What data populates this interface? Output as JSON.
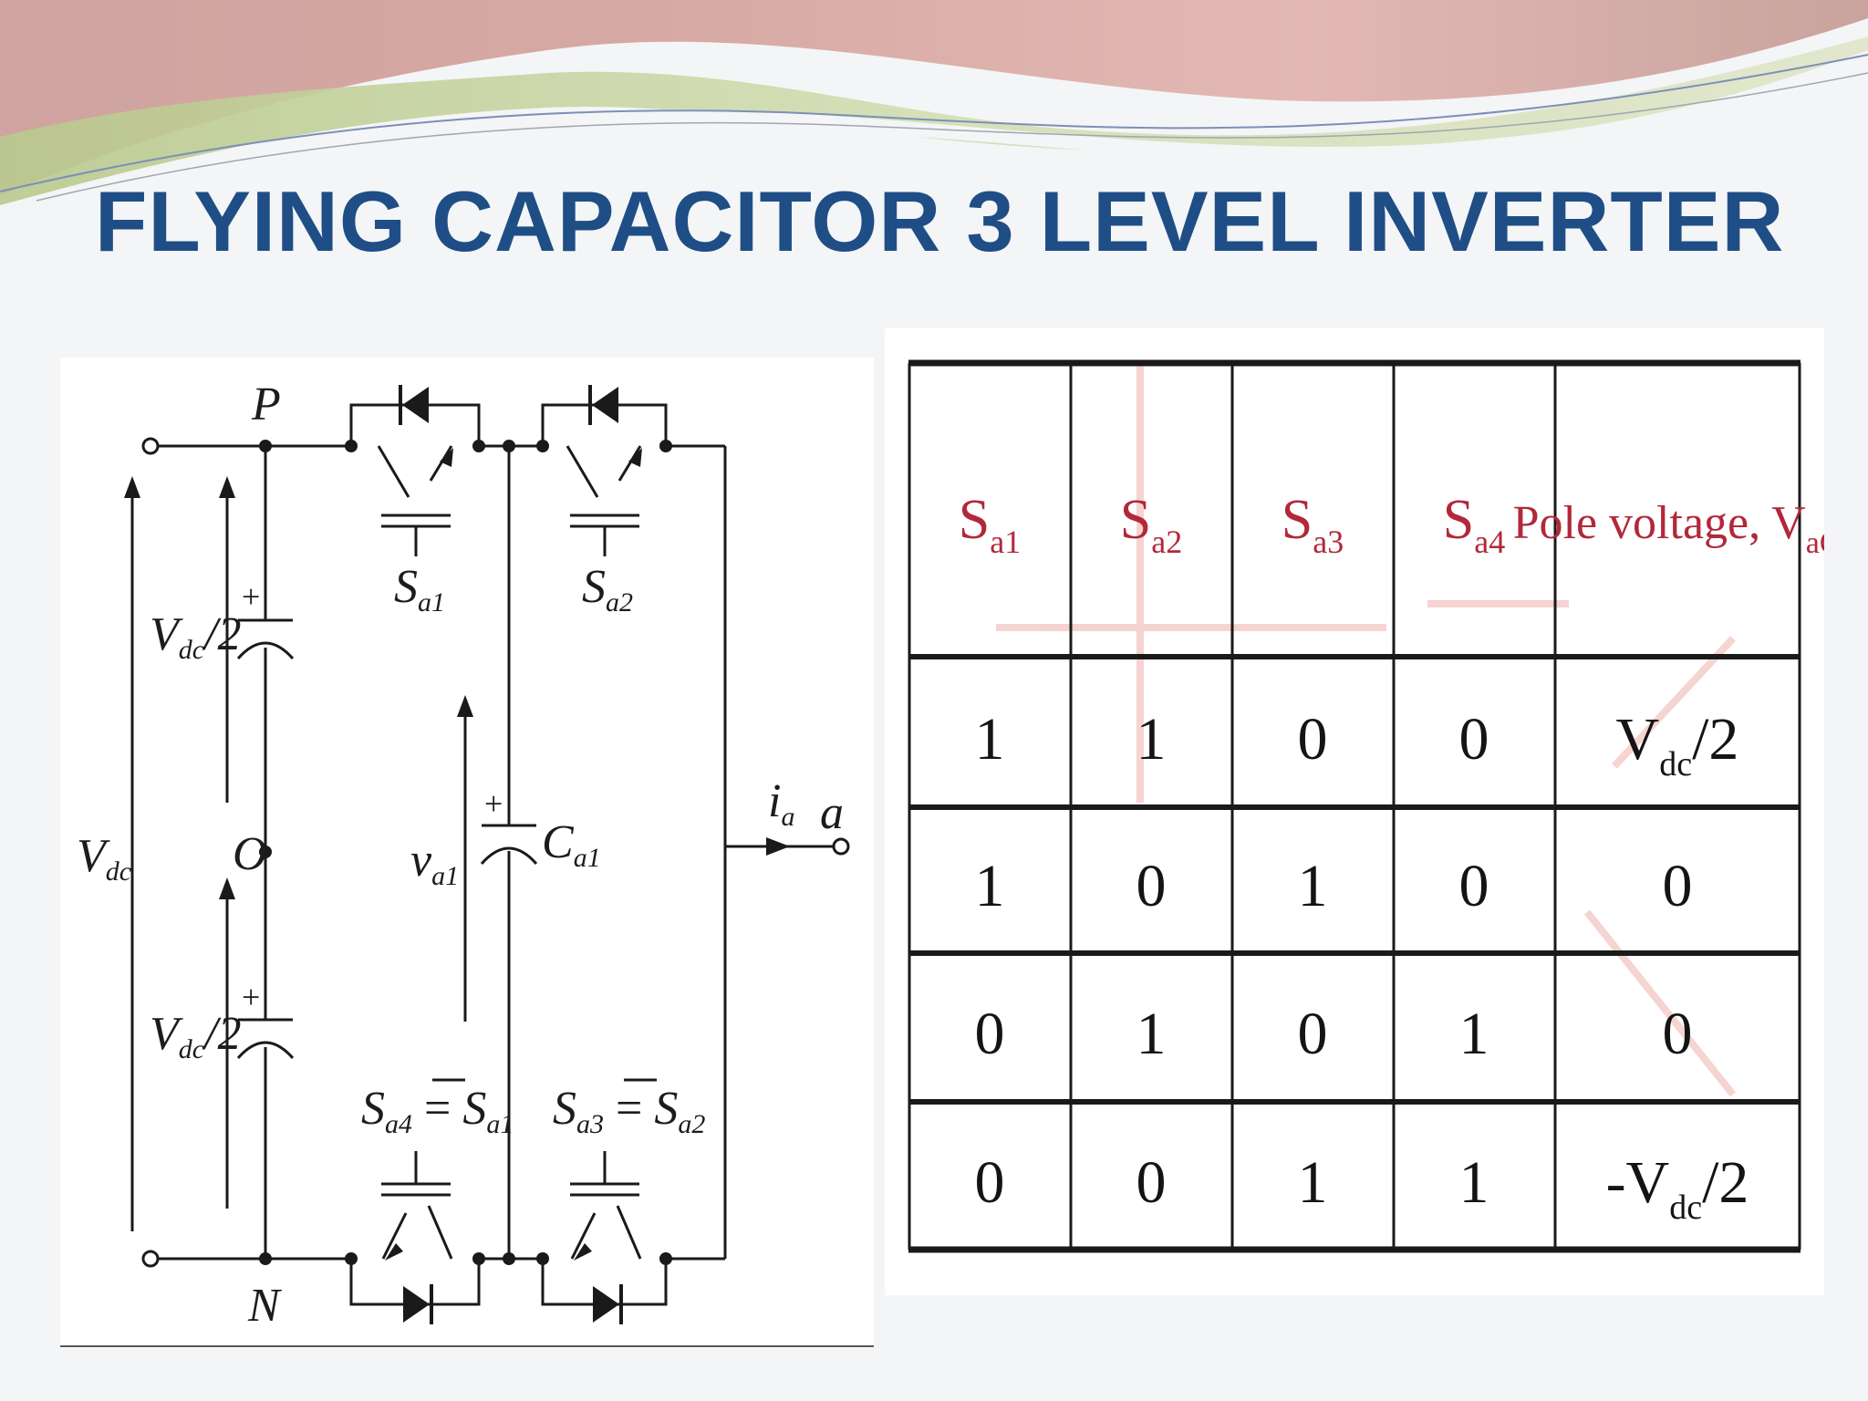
{
  "title": "FLYING CAPACITOR 3 LEVEL INVERTER",
  "colors": {
    "title": "#1f4e86",
    "table_header": "#b2283a",
    "wave_pink": "#d8a4a0",
    "wave_green": "#c8d8a6"
  },
  "circuit": {
    "node_p": "P",
    "node_n": "N",
    "node_o": "O",
    "output_terminal": "a",
    "dc_voltage_main": "V",
    "dc_voltage_main_sub": "dc",
    "half_voltage_top": "V",
    "half_voltage_top_sub": "dc",
    "half_voltage_top_suffix": "/2",
    "half_voltage_bottom": "V",
    "half_voltage_bottom_sub": "dc",
    "half_voltage_bottom_suffix": "/2",
    "flying_cap_voltage": "v",
    "flying_cap_voltage_sub": "a1",
    "flying_cap": "C",
    "flying_cap_sub": "a1",
    "output_current": "i",
    "output_current_sub": "a",
    "switch_sa1": "S",
    "switch_sa1_sub": "a1",
    "switch_sa2": "S",
    "switch_sa2_sub": "a2",
    "switch_sa4": "S",
    "switch_sa4_sub": "a4",
    "switch_sa4_eq": " = ",
    "switch_sa4_comp": "S",
    "switch_sa4_comp_sub": "a1",
    "switch_sa3": "S",
    "switch_sa3_sub": "a3",
    "switch_sa3_eq": " = ",
    "switch_sa3_comp": "S",
    "switch_sa3_comp_sub": "a2",
    "plus_sign": "+"
  },
  "table": {
    "headers": [
      {
        "main": "S",
        "sub": "a1"
      },
      {
        "main": "S",
        "sub": "a2"
      },
      {
        "main": "S",
        "sub": "a3"
      },
      {
        "main": "S",
        "sub": "a4"
      },
      {
        "main": "Pole voltage, V",
        "sub": "aO"
      }
    ],
    "rows": [
      {
        "cells": [
          "1",
          "1",
          "0",
          "0"
        ],
        "pole": {
          "prefix": "V",
          "sub": "dc",
          "suffix": "/2"
        }
      },
      {
        "cells": [
          "1",
          "0",
          "1",
          "0"
        ],
        "pole": {
          "prefix": "0",
          "sub": "",
          "suffix": ""
        }
      },
      {
        "cells": [
          "0",
          "1",
          "0",
          "1"
        ],
        "pole": {
          "prefix": "0",
          "sub": "",
          "suffix": ""
        }
      },
      {
        "cells": [
          "0",
          "0",
          "1",
          "1"
        ],
        "pole": {
          "prefix": "-V",
          "sub": "dc",
          "suffix": "/2"
        }
      }
    ]
  }
}
